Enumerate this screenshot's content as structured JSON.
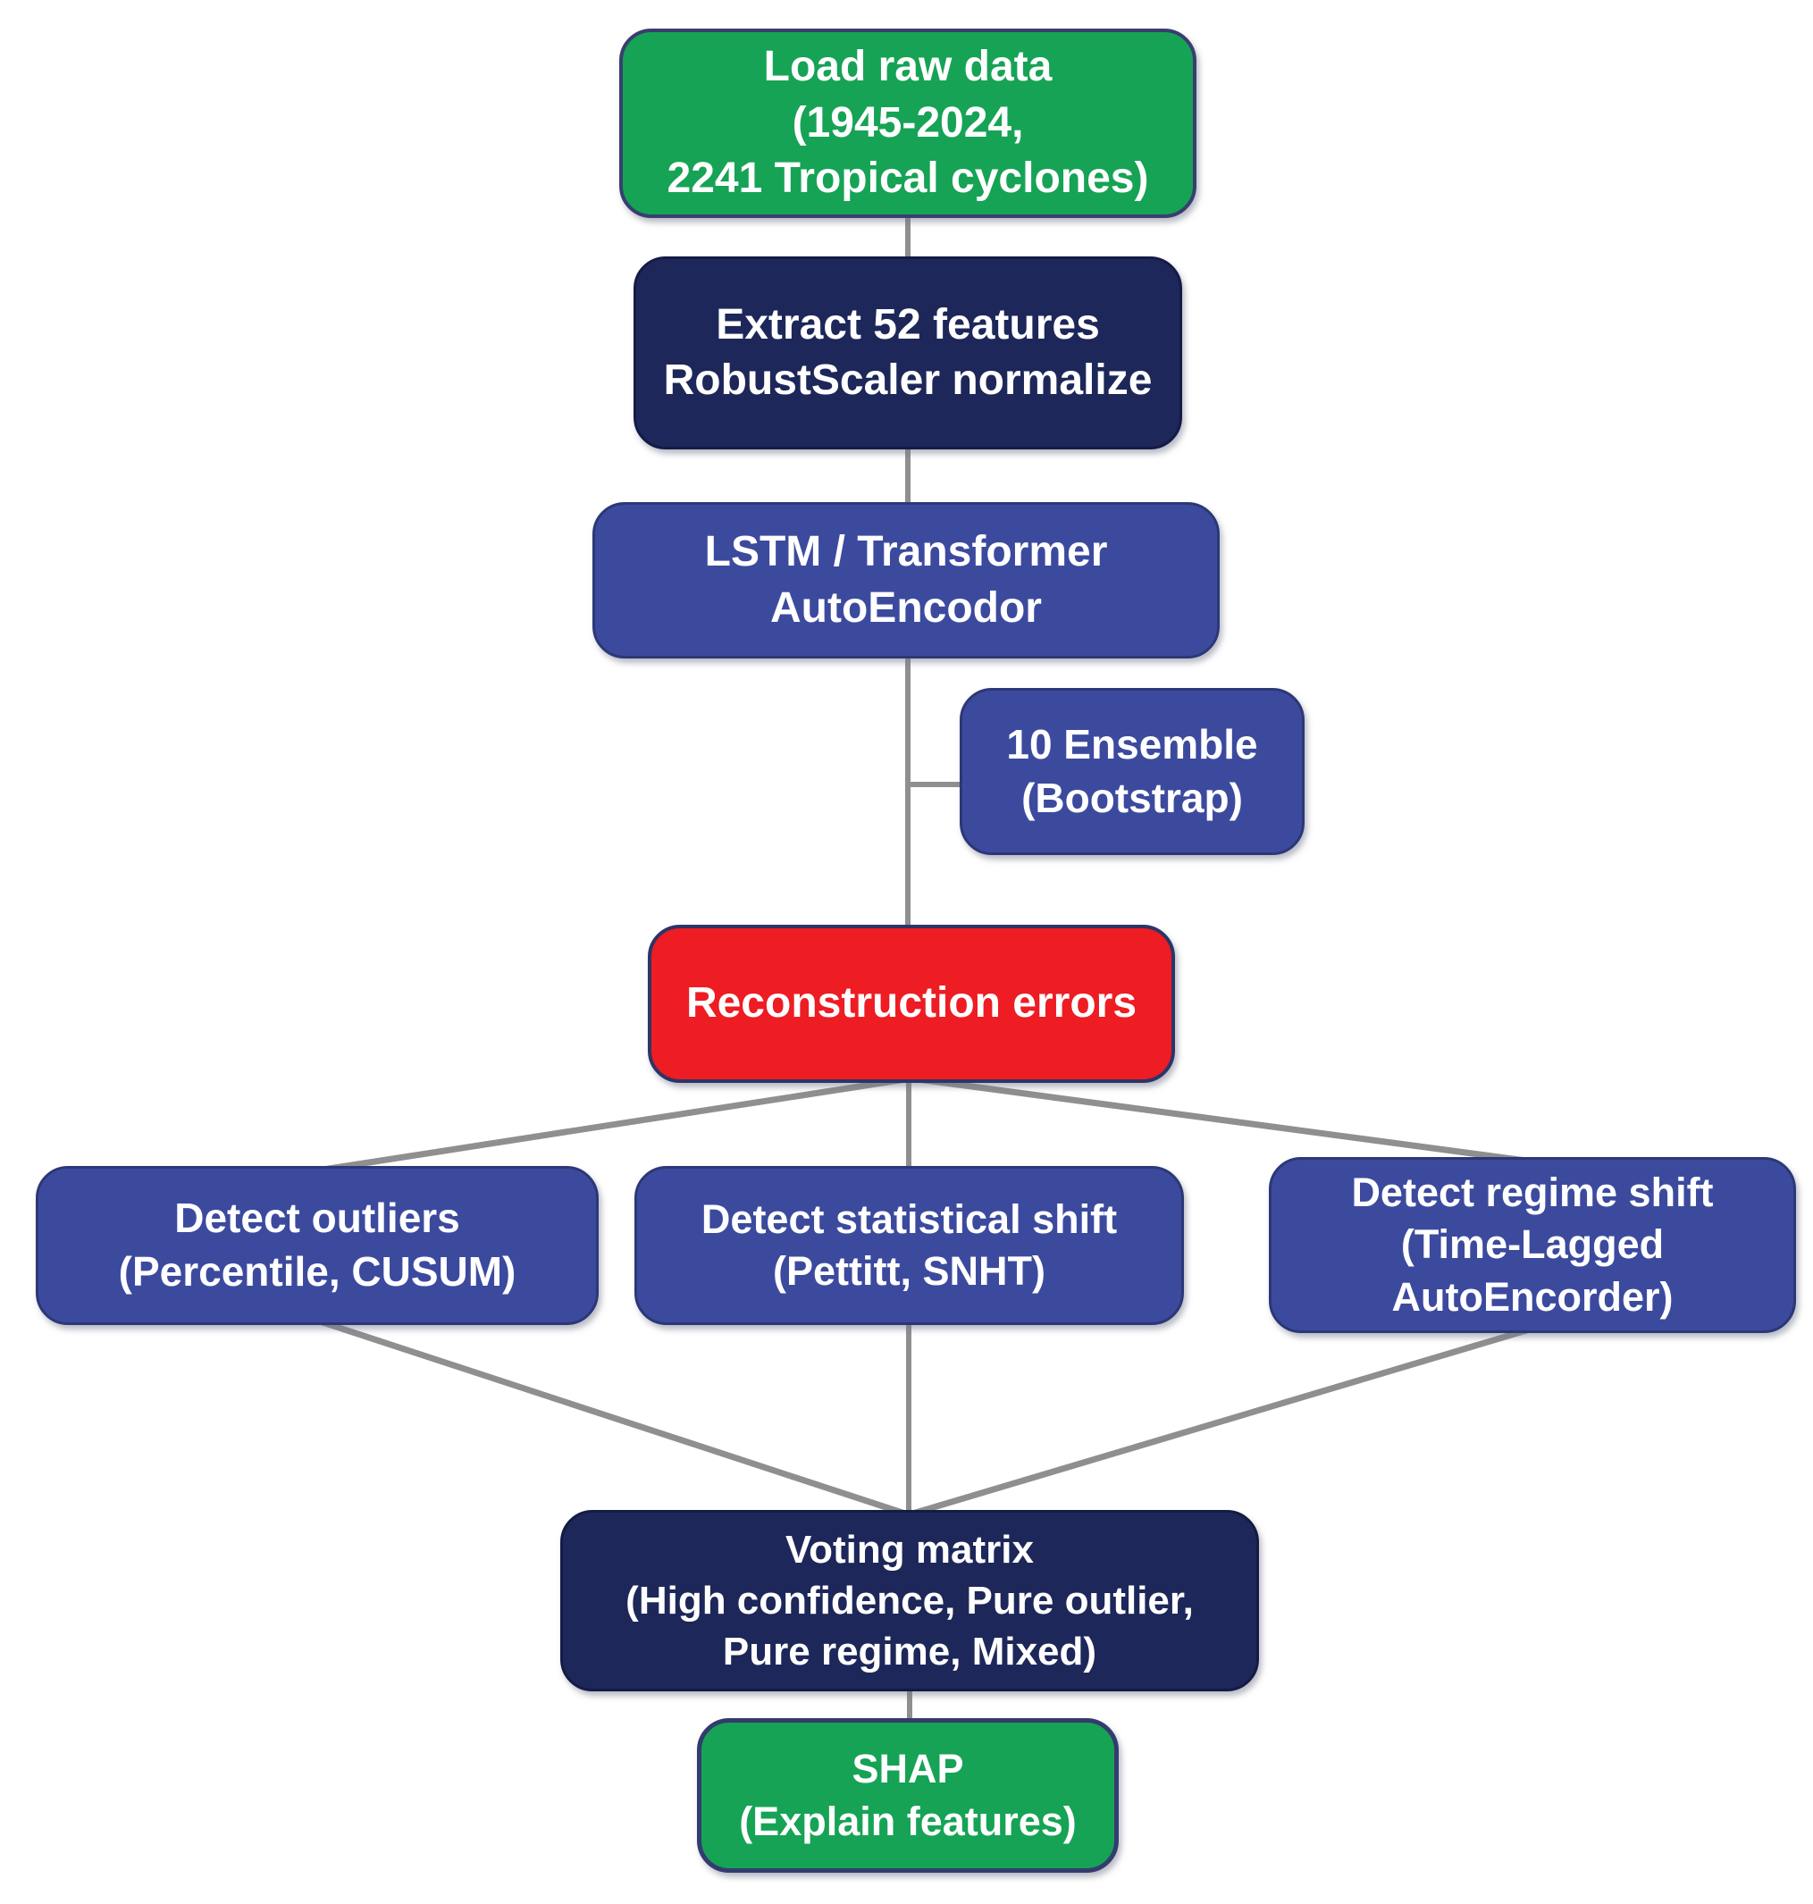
{
  "diagram": {
    "colors": {
      "green": "#16a355",
      "navy": "#1d2759",
      "blue": "#3c4a9e",
      "red": "#ee1c23",
      "line": "#8f8f8f",
      "text": "#ffffff"
    },
    "nodes": [
      {
        "id": "load-raw-data",
        "color": "green",
        "lines": [
          "Load raw data",
          "(1945-2024,",
          "2241 Tropical cyclones)"
        ]
      },
      {
        "id": "extract-features",
        "color": "navy",
        "lines": [
          "Extract 52 features",
          "RobustScaler normalize"
        ]
      },
      {
        "id": "lstm-transformer-autoencoder",
        "color": "blue",
        "lines": [
          "LSTM / Transformer",
          "AutoEncodor"
        ]
      },
      {
        "id": "ensemble-bootstrap",
        "color": "blue",
        "lines": [
          "10 Ensemble",
          "(Bootstrap)"
        ]
      },
      {
        "id": "reconstruction-errors",
        "color": "red",
        "lines": [
          "Reconstruction errors"
        ]
      },
      {
        "id": "detect-outliers",
        "color": "blue",
        "lines": [
          "Detect outliers",
          "(Percentile, CUSUM)"
        ]
      },
      {
        "id": "detect-statistical-shift",
        "color": "blue",
        "lines": [
          "Detect statistical shift",
          "(Pettitt, SNHT)"
        ]
      },
      {
        "id": "detect-regime-shift",
        "color": "blue",
        "lines": [
          "Detect regime shift",
          "(Time-Lagged",
          "AutoEncorder)"
        ]
      },
      {
        "id": "voting-matrix",
        "color": "navy",
        "lines": [
          "Voting matrix",
          "(High confidence, Pure outlier,",
          "Pure regime, Mixed)"
        ]
      },
      {
        "id": "shap-explain",
        "color": "green",
        "lines": [
          "SHAP",
          "(Explain features)"
        ]
      }
    ]
  }
}
